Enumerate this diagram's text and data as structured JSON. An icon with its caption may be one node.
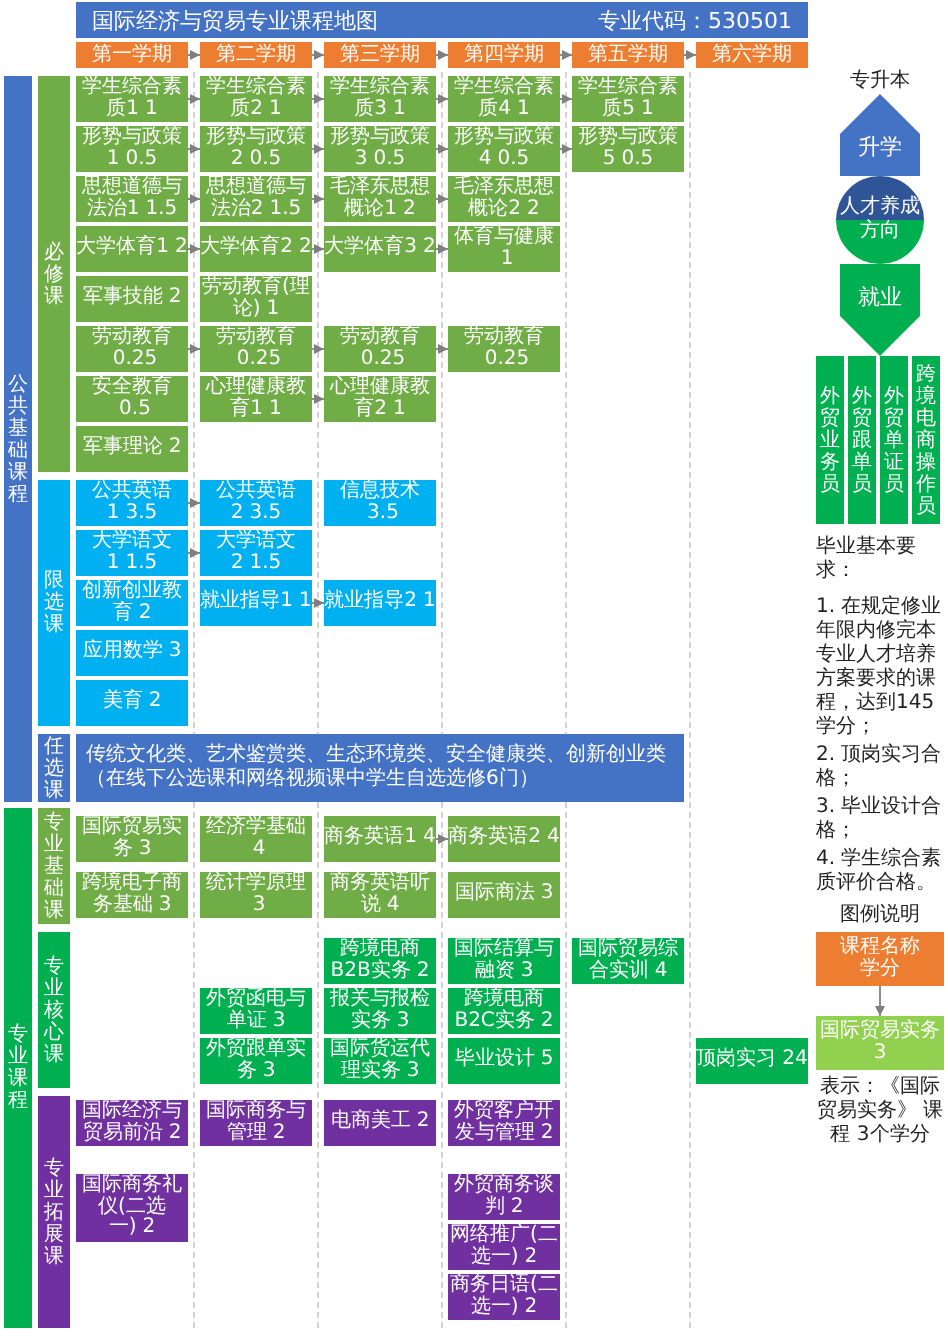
{
  "diagram": {
    "title": "国际经济与贸易专业课程地图",
    "nodes": [
      {
        "text": [
          "第一学期"
        ]
      },
      {
        "text": [
          "第二学期"
        ]
      },
      {
        "text": [
          "第三学期"
        ]
      },
      {
        "text": [
          "第四学期"
        ]
      },
      {
        "text": [
          "第五学期"
        ]
      },
      {
        "text": [
          "第六学期"
        ]
      },
      {
        "text": [
          "公共基础课程"
        ]
      },
      {
        "text": [
          "必修课"
        ]
      },
      {
        "text": [
          "限选课"
        ]
      },
      {
        "text": [
          "任选课"
        ]
      },
      {
        "text": [
          "专业课程"
        ]
      },
      {
        "text": [
          "专业基础课"
        ]
      },
      {
        "text": [
          "专业核心课"
        ]
      },
      {
        "text": [
          "专业拓展课"
        ]
      },
      {
        "text": [
          "学生综合素质1",
          "1"
        ]
      },
      {
        "text": [
          "学生综合素质2",
          "1"
        ]
      },
      {
        "text": [
          "学生综合素质3",
          "1"
        ]
      },
      {
        "text": [
          "学生综合素质4",
          "1"
        ]
      },
      {
        "text": [
          "学生综合素质5",
          "1"
        ]
      },
      {
        "text": [
          "形势与政策1",
          "0.5"
        ]
      },
      {
        "text": [
          "形势与政策2",
          "0.5"
        ]
      },
      {
        "text": [
          "形势与政策3",
          "0.5"
        ]
      },
      {
        "text": [
          "形势与政策4",
          "0.5"
        ]
      },
      {
        "text": [
          "形势与政策5",
          "0.5"
        ]
      },
      {
        "text": [
          "思想道德与法治1",
          "1.5"
        ]
      },
      {
        "text": [
          "思想道德与法治2",
          "1.5"
        ]
      },
      {
        "text": [
          "毛泽东思想概论1",
          "2"
        ]
      },
      {
        "text": [
          "毛泽东思想概论2",
          "2"
        ]
      },
      {
        "text": [
          "大学体育1",
          "2"
        ]
      },
      {
        "text": [
          "大学体育2",
          "2"
        ]
      },
      {
        "text": [
          "大学体育3",
          "2"
        ]
      },
      {
        "text": [
          "体育与健康",
          "1"
        ]
      },
      {
        "text": [
          "军事技能",
          "2"
        ]
      },
      {
        "text": [
          "劳动教育(理论)",
          "1"
        ]
      },
      {
        "text": [
          "劳动教育",
          "0.25"
        ]
      },
      {
        "text": [
          "劳动教育",
          "0.25"
        ]
      },
      {
        "text": [
          "劳动教育",
          "0.25"
        ]
      },
      {
        "text": [
          "劳动教育",
          "0.25"
        ]
      },
      {
        "text": [
          "安全教育",
          "0.5"
        ]
      },
      {
        "text": [
          "心理健康教育1",
          "1"
        ]
      },
      {
        "text": [
          "心理健康教育2",
          "1"
        ]
      },
      {
        "text": [
          "军事理论",
          "2"
        ]
      },
      {
        "text": [
          "公共英语1",
          "3.5"
        ]
      },
      {
        "text": [
          "公共英语2",
          "3.5"
        ]
      },
      {
        "text": [
          "信息技术",
          "3.5"
        ]
      },
      {
        "text": [
          "大学语文1",
          "1.5"
        ]
      },
      {
        "text": [
          "大学语文2",
          "1.5"
        ]
      },
      {
        "text": [
          "创新创业教育",
          "2"
        ]
      },
      {
        "text": [
          "就业指导1",
          "1"
        ]
      },
      {
        "text": [
          "就业指导2",
          "1"
        ]
      },
      {
        "text": [
          "应用数学",
          "3"
        ]
      },
      {
        "text": [
          "美育",
          "2"
        ]
      },
      {
        "text": [
          "传统文化类、艺术鉴赏类、生态环境类、安全健康类、创新创业类（在线下公选课和网络视频课中学生自选选修6门）"
        ]
      },
      {
        "text": [
          "国际贸易实务",
          "3"
        ]
      },
      {
        "text": [
          "经济学基础",
          "4"
        ]
      },
      {
        "text": [
          "商务英语1",
          "4"
        ]
      },
      {
        "text": [
          "商务英语2",
          "4"
        ]
      },
      {
        "text": [
          "跨境电子商务基础",
          "3"
        ]
      },
      {
        "text": [
          "统计学原理",
          "3"
        ]
      },
      {
        "text": [
          "商务英语听说",
          "4"
        ]
      },
      {
        "text": [
          "国际商法",
          "3"
        ]
      },
      {
        "text": [
          "跨境电商B2B实务",
          "2"
        ]
      },
      {
        "text": [
          "国际结算与融资",
          "3"
        ]
      },
      {
        "text": [
          "国际贸易综合实训",
          "4"
        ]
      },
      {
        "text": [
          "外贸函电与单证",
          "3"
        ]
      },
      {
        "text": [
          "报关与报检实务",
          "3"
        ]
      },
      {
        "text": [
          "跨境电商B2C实务",
          "2"
        ]
      },
      {
        "text": [
          "外贸跟单实务",
          "3"
        ]
      },
      {
        "text": [
          "国际货运代理实务",
          "3"
        ]
      },
      {
        "text": [
          "毕业设计",
          "5"
        ]
      },
      {
        "text": [
          "顶岗实习",
          "24"
        ]
      },
      {
        "text": [
          "国际经济与贸易前沿",
          "2"
        ]
      },
      {
        "text": [
          "国际商务与管理",
          "2"
        ]
      },
      {
        "text": [
          "电商美工",
          "2"
        ]
      },
      {
        "text": [
          "外贸客户开发与管理",
          "2"
        ]
      },
      {
        "text": [
          "国际商务礼仪(二选一)",
          "2"
        ]
      },
      {
        "text": [
          "外贸商务谈判",
          "2"
        ]
      },
      {
        "text": [
          "网络推广(二选一)",
          "2"
        ]
      },
      {
        "text": [
          "商务日语(二选一)",
          "2"
        ]
      },
      {
        "text": [
          "专升本"
        ]
      },
      {
        "text": [
          "人才养成方向"
        ]
      },
      {
        "text": [
          "外贸业务员"
        ]
      },
      {
        "text": [
          "外贸跟单员"
        ]
      },
      {
        "text": [
          "外贸单证员"
        ]
      },
      {
        "text": [
          "跨境电商操作员"
        ]
      },
      {
        "text": [
          "课程名称",
          "学分"
        ]
      },
      {
        "text": [
          "国际贸易实务",
          "3"
        ]
      }
    ],
    "edges": [
      {
        "from": 0,
        "to": 1,
        "arrow": "to"
      },
      {
        "from": 1,
        "to": 2,
        "arrow": "to"
      },
      {
        "from": 2,
        "to": 3,
        "arrow": "to"
      },
      {
        "from": 3,
        "to": 4,
        "arrow": "to"
      },
      {
        "from": 4,
        "to": 5,
        "arrow": "to"
      },
      {
        "from": 14,
        "to": 15,
        "arrow": "to"
      },
      {
        "from": 15,
        "to": 16,
        "arrow": "to"
      },
      {
        "from": 16,
        "to": 17,
        "arrow": "to"
      },
      {
        "from": 17,
        "to": 18,
        "arrow": "to"
      },
      {
        "from": 19,
        "to": 20,
        "arrow": "to"
      },
      {
        "from": 20,
        "to": 21,
        "arrow": "to"
      },
      {
        "from": 21,
        "to": 22,
        "arrow": "to"
      },
      {
        "from": 22,
        "to": 23,
        "arrow": "to"
      },
      {
        "from": 24,
        "to": 25,
        "arrow": "to"
      },
      {
        "from": 25,
        "to": 26,
        "arrow": "to"
      },
      {
        "from": 26,
        "to": 27,
        "arrow": "to"
      },
      {
        "from": 28,
        "to": 29,
        "arrow": "to"
      },
      {
        "from": 29,
        "to": 30,
        "arrow": "to"
      },
      {
        "from": 30,
        "to": 31,
        "arrow": "to"
      },
      {
        "from": 34,
        "to": 35,
        "arrow": "to"
      },
      {
        "from": 35,
        "to": 36,
        "arrow": "to"
      },
      {
        "from": 36,
        "to": 37,
        "arrow": "to"
      },
      {
        "from": 39,
        "to": 40,
        "arrow": "to"
      },
      {
        "from": 42,
        "to": 43,
        "arrow": "to"
      },
      {
        "from": 45,
        "to": 46,
        "arrow": "to"
      },
      {
        "from": 48,
        "to": 49,
        "arrow": "to"
      },
      {
        "from": 55,
        "to": 56,
        "arrow": "to"
      },
      {
        "from": 85,
        "to": 86,
        "arrow": "to"
      },
      {
        "from": 80,
        "to": 79,
        "arrow": "to",
        "label": "升学",
        "style": "thick",
        "color": "#4472c4"
      },
      {
        "from": 80,
        "to": 81,
        "arrow": "to",
        "label": "就业",
        "style": "thick",
        "color": "#00b050"
      },
      {
        "from": 80,
        "to": 82,
        "arrow": "to",
        "style": "thick",
        "color": "#00b050"
      },
      {
        "from": 80,
        "to": 83,
        "arrow": "to",
        "style": "thick",
        "color": "#00b050"
      },
      {
        "from": 80,
        "to": 84,
        "arrow": "to",
        "style": "thick",
        "color": "#00b050"
      }
    ],
    "labels": [
      "专业代码：530501",
      "毕业基本要求：",
      "1. 在规定修业年限内修完本专业人才培养方案要求的课程，达到145学分；",
      "2. 顶岗实习合格；",
      "3. 毕业设计合格；",
      "4. 学生综合素质评价合格。",
      "图例说明",
      "表示：《国际贸易实务》 课程 3个学分"
    ]
  }
}
